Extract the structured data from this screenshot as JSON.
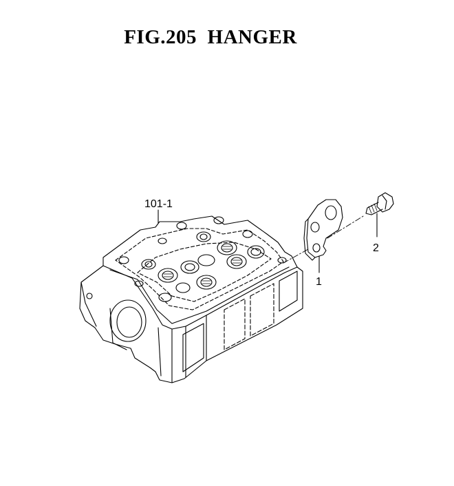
{
  "figure": {
    "title": "FIG.205  HANGER"
  },
  "callouts": [
    {
      "id": "101-1",
      "label": "101-1"
    },
    {
      "id": "1",
      "label": "1"
    },
    {
      "id": "2",
      "label": "2"
    }
  ]
}
